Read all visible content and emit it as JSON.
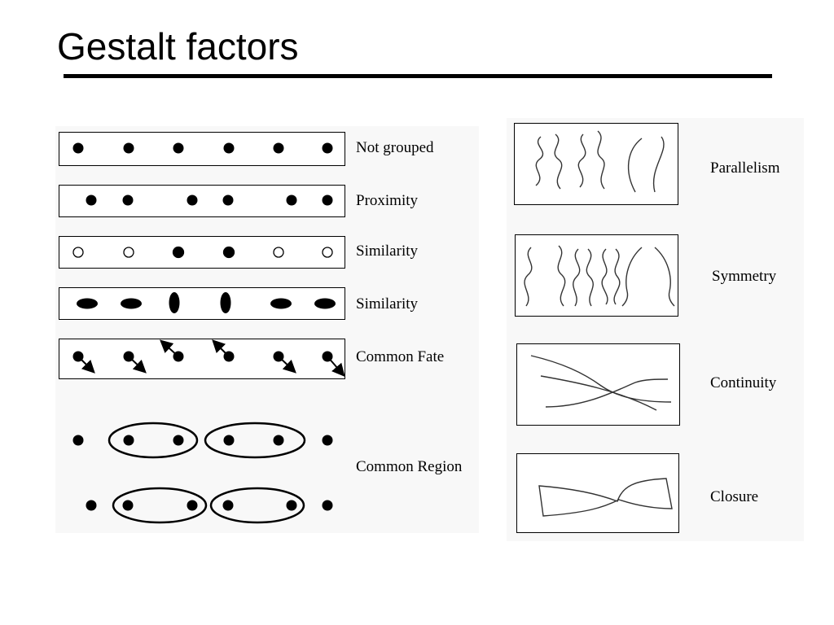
{
  "slide": {
    "title": "Gestalt factors"
  },
  "left_labels": {
    "not_grouped": "Not grouped",
    "proximity": "Proximity",
    "similarity_1": "Similarity",
    "similarity_2": "Similarity",
    "common_fate": "Common Fate",
    "common_region": "Common Region"
  },
  "right_labels": {
    "parallelism": "Parallelism",
    "symmetry": "Symmetry",
    "continuity": "Continuity",
    "closure": "Closure"
  }
}
